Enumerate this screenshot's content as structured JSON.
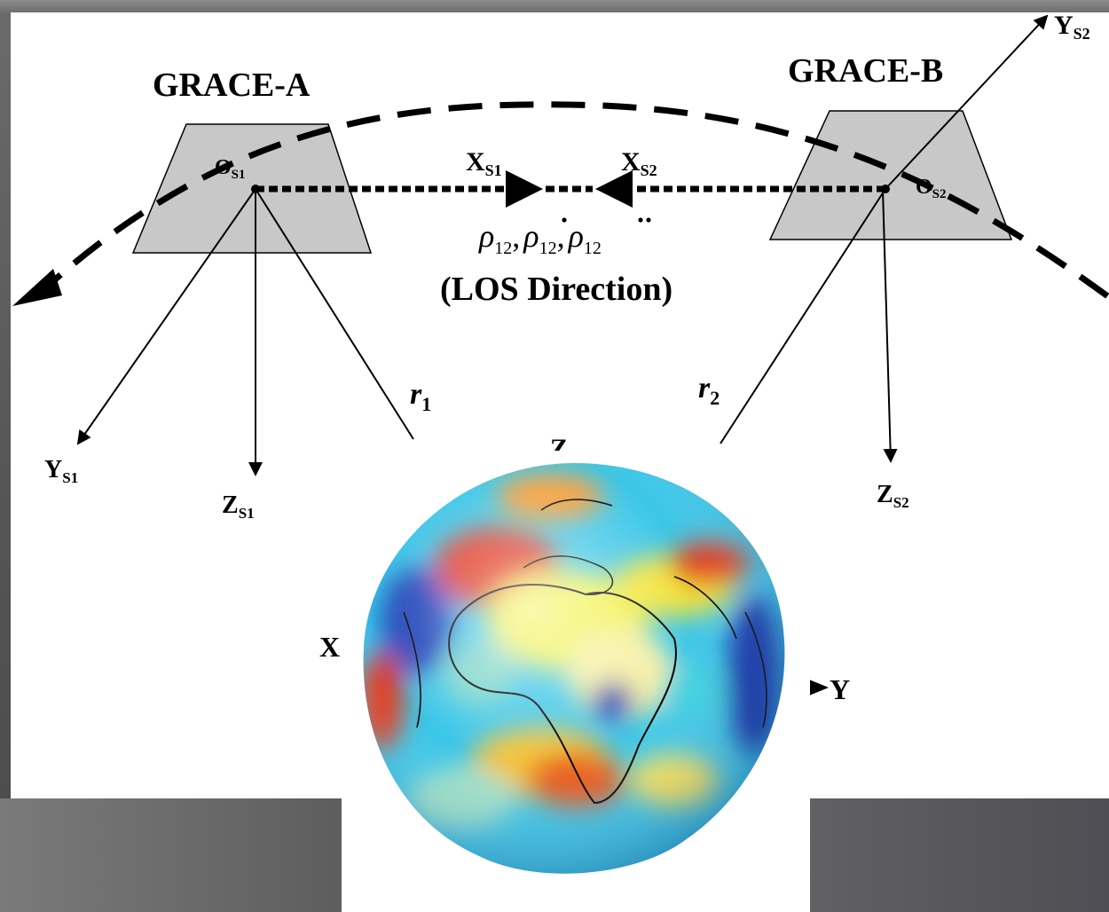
{
  "diagram": {
    "grace_a": {
      "label": "GRACE-A",
      "origin": "O",
      "origin_sub": "S1",
      "x_axis": "X",
      "x_axis_sub": "S1",
      "y_axis": "Y",
      "y_axis_sub": "S1",
      "z_axis": "Z",
      "z_axis_sub": "S1",
      "range_vector": "r",
      "range_vector_sub": "1"
    },
    "grace_b": {
      "label": "GRACE-B",
      "origin": "O",
      "origin_sub": "S2",
      "x_axis": "X",
      "x_axis_sub": "S2",
      "y_axis": "Y",
      "y_axis_sub": "S2",
      "z_axis": "Z",
      "z_axis_sub": "S2",
      "range_vector": "r",
      "range_vector_sub": "2"
    },
    "los": {
      "formula_symbol": "ρ",
      "formula_sub": "12",
      "formula_sep": ",",
      "caption": "(LOS Direction)"
    },
    "earth_frame": {
      "z_label": "Z",
      "y_label": "Y",
      "x_label": "X"
    }
  },
  "colors": {
    "satellite_fill": "#c8c8c8",
    "line": "#000000",
    "background": "#ffffff",
    "slide_gray": "#5e5e5e"
  },
  "icons": {
    "earth": "earth-gravity-globe-icon"
  }
}
